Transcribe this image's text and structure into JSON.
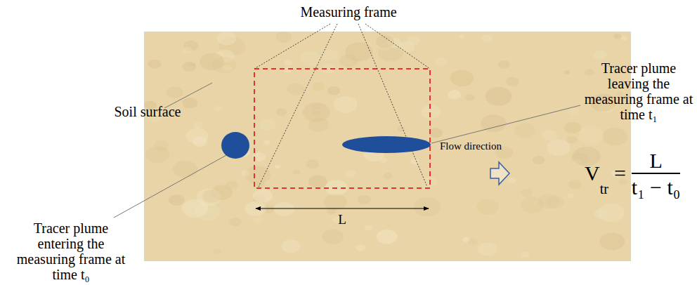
{
  "diagram": {
    "labels": [
      "Measuring frame",
      "Soil surface",
      "Tracer plume entering the measuring frame at time t₀",
      "Tracer plume leaving the measuring frame at time t₁",
      "Flow direction",
      "L",
      "V",
      "tr",
      "=",
      "L",
      "t₁ − t₀"
    ]
  }
}
